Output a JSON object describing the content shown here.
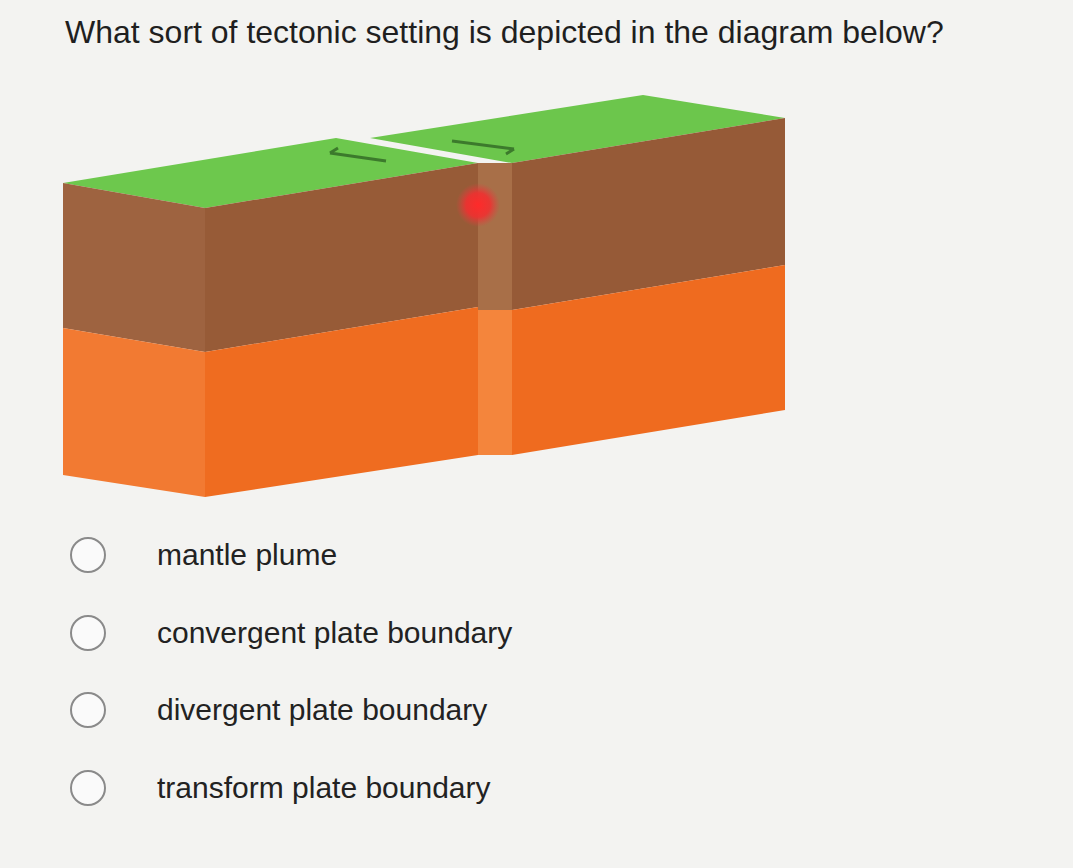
{
  "diagram": {
    "title": "What sort of tectonic setting is depicted in the diagram below?",
    "labels": [
      "mantle plume",
      "convergent plate boundary",
      "divergent plate boundary",
      "transform plate boundary"
    ]
  }
}
